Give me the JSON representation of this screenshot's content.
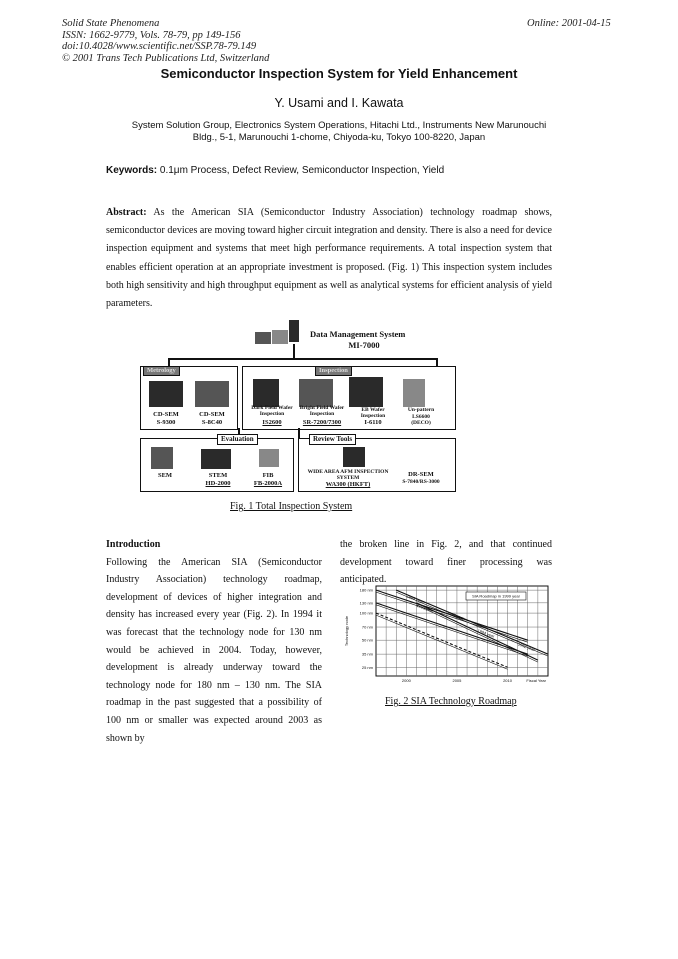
{
  "header": {
    "journal": "Solid State Phenomena",
    "issn": "ISSN: 1662-9779, Vols. 78-79, pp 149-156",
    "doi": "doi:10.4028/www.scientific.net/SSP.78-79.149",
    "copyright": "© 2001 Trans Tech Publications Ltd, Switzerland",
    "online": "Online: 2001-04-15"
  },
  "paper": {
    "title": "Semiconductor Inspection System for Yield Enhancement",
    "authors": "Y. Usami and I. Kawata",
    "affiliation_line1": "System Solution Group, Electronics System Operations, Hitachi Ltd., Instruments New Marunouchi",
    "affiliation_line2": "Bldg., 5-1, Marunouchi 1-chome, Chiyoda-ku, Tokyo 100-8220, Japan",
    "keywords_label": "Keywords:",
    "keywords": "0.1μm Process, Defect Review, Semiconductor Inspection, Yield",
    "abstract_label": "Abstract:",
    "abstract": "As the American SIA (Semiconductor Industry Association) technology roadmap shows, semiconductor devices are moving toward higher circuit integration and density. There is also a need for device inspection equipment and systems that meet high performance requirements. A total inspection system that enables efficient operation at an appropriate investment is proposed. (Fig. 1) This inspection system includes both high sensitivity and high throughput equipment as well as analytical systems for efficient analysis of yield parameters."
  },
  "fig1": {
    "dms_title": "Data Management System",
    "dms_model": "MI-7000",
    "tag_metrology": "Metrology",
    "tag_inspection": "Inspection",
    "tag_evaluation": "Evaluation",
    "tag_review": "Review Tools",
    "cdsem1_name": "CD-SEM",
    "cdsem1_model": "S-9300",
    "cdsem2_name": "CD-SEM",
    "cdsem2_model": "S-8C40",
    "dark_name": "Dark Field Wafer Inspection",
    "dark_model": "IS2600",
    "bright_name": "Bright Field Wafer Inspection",
    "bright_model": "SR-7200/7300",
    "eb_name": "EB Wafer Inspection",
    "eb_model": "I-6110",
    "unpat_name": "Un-pattern",
    "unpat_model1": "LS6600",
    "unpat_model2": "(DECO)",
    "sem_name": "SEM",
    "stem_name": "STEM",
    "stem_model": "HD-2000",
    "fib_name": "FIB",
    "fib_model": "FB-2000A",
    "afm_name": "WIDE AREA AFM INSPECTION SYSTEM",
    "afm_model": "WA300 (HKFT)",
    "drsem_name": "DR-SEM",
    "drsem_model": "S-7840/RS-3000",
    "caption": "Fig. 1   Total Inspection System"
  },
  "intro": {
    "heading": "Introduction",
    "left_text": "Following the American SIA (Semiconductor Industry Association) technology roadmap, development of devices of higher integration and density has increased every year (Fig. 2). In 1994 it was forecast that the technology node for 130 nm would be achieved in 2004. Today, however, development is already underway toward the technology node for 180 nm – 130 nm. The SIA roadmap in the past suggested that a possibility of 100 nm or smaller was expected around 2003 as shown by",
    "right_text": "the broken line in Fig. 2, and that continued development toward finer processing was anticipated."
  },
  "fig2": {
    "caption": "Fig. 2 SIA Technology Roadmap"
  },
  "chart_data": {
    "type": "line",
    "title": "",
    "legend": "SIA Roadmap in 1999 year",
    "xlabel": "Fiscal Year",
    "ylabel": "Technology node",
    "x_ticks": [
      "2000",
      "2005",
      "2010"
    ],
    "y_ticks": [
      "180 nm",
      "130 nm",
      "100 nm",
      "70 nm",
      "50 nm",
      "35 nm",
      "25 nm"
    ],
    "xlim": [
      1997,
      2014
    ],
    "series": [
      {
        "name": "1999",
        "points": [
          [
            1999,
            180
          ],
          [
            2014,
            35
          ]
        ]
      },
      {
        "name": "1997",
        "points": [
          [
            1997,
            180
          ],
          [
            2012,
            50
          ]
        ]
      },
      {
        "name": "1994",
        "points": [
          [
            1997,
            130
          ],
          [
            2012,
            35
          ]
        ]
      },
      {
        "name": "1992",
        "points": [
          [
            1997,
            100
          ],
          [
            2010,
            25
          ]
        ]
      },
      {
        "name": "2001",
        "points": [
          [
            2001,
            130
          ],
          [
            2013,
            30
          ]
        ]
      }
    ],
    "annotations": [
      "1999 year",
      "2001 year",
      "1997 year",
      "1994 year",
      "1992 year"
    ]
  }
}
